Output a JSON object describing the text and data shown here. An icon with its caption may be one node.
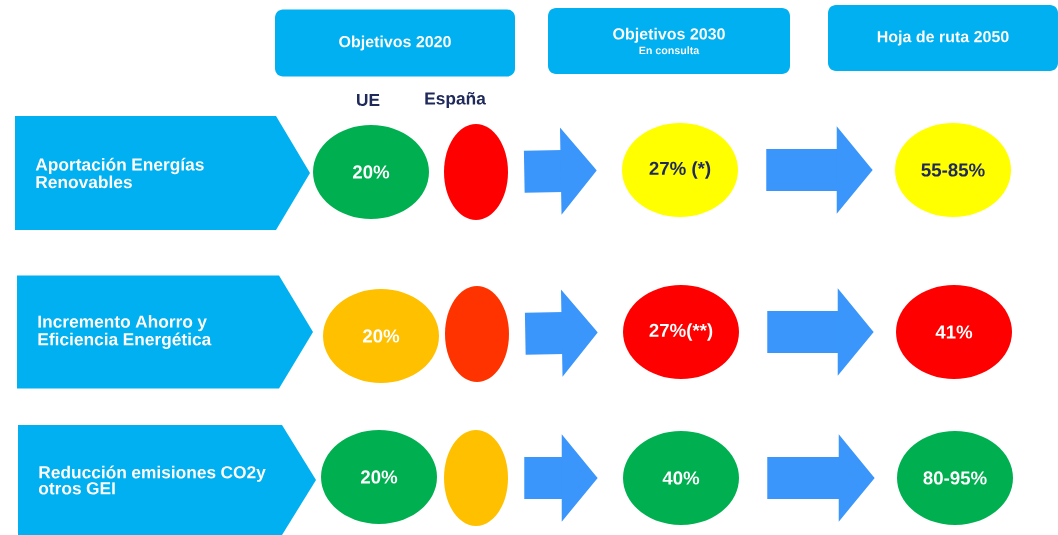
{
  "diagram": {
    "nodes": [
      {
        "text": [
          "Objetivos 2020"
        ]
      },
      {
        "text": [
          "Objetivos 2030",
          "En consulta"
        ]
      },
      {
        "text": [
          "Hoja de ruta 2050"
        ]
      },
      {
        "text": [
          "Aportación Energías Renovables"
        ]
      },
      {
        "text": [
          "20%"
        ]
      },
      {
        "text": [],
        "shape": "ellipse"
      },
      {
        "text": [
          "27% (*)"
        ]
      },
      {
        "text": [
          "55-85%"
        ]
      },
      {
        "text": [
          "Incremento Ahorro y Eficiencia Energética"
        ]
      },
      {
        "text": [
          "20%"
        ]
      },
      {
        "text": [],
        "shape": "ellipse"
      },
      {
        "text": [
          "27%(**)"
        ]
      },
      {
        "text": [
          "41%"
        ]
      },
      {
        "text": [
          "Reducción emisiones CO2y otros GEI"
        ]
      },
      {
        "text": [
          "20%"
        ]
      },
      {
        "text": [],
        "shape": "ellipse"
      },
      {
        "text": [
          "40%"
        ]
      },
      {
        "text": [
          "80-95%"
        ]
      }
    ],
    "edges": [
      {
        "from": 5,
        "to": 6,
        "arrow": "to"
      },
      {
        "from": 6,
        "to": 7,
        "arrow": "to"
      },
      {
        "from": 10,
        "to": 11,
        "arrow": "to"
      },
      {
        "from": 11,
        "to": 12,
        "arrow": "to"
      },
      {
        "from": 15,
        "to": 16,
        "arrow": "to"
      },
      {
        "from": 16,
        "to": 17,
        "arrow": "to"
      }
    ],
    "labels": [
      "UE",
      "España"
    ]
  }
}
